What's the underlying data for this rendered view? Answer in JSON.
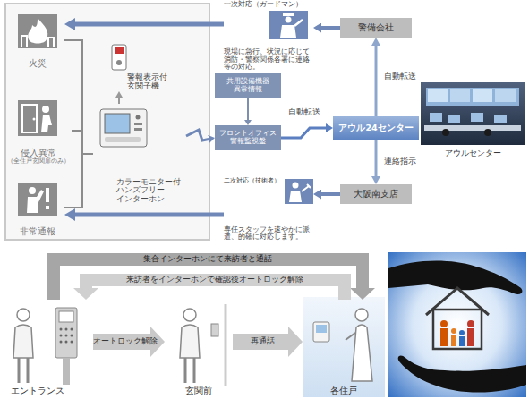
{
  "diagram": {
    "nodes": [
      {
        "text": [
          "火災"
        ]
      },
      {
        "text": [
          "侵入異常",
          "（全住戸玄関扉のみ）"
        ]
      },
      {
        "text": [
          "非常通報"
        ]
      },
      {
        "text": [
          "警報表示付 玄関子機"
        ]
      },
      {
        "text": [
          "カラーモニター付 ハンズフリー インターホン"
        ]
      },
      {
        "text": [
          "共用設備機器 異常情報"
        ]
      },
      {
        "text": [
          "フロントオフィス 警報監視盤"
        ]
      },
      {
        "text": [
          "警備会社"
        ]
      },
      {
        "text": [
          "アウル24センター"
        ]
      },
      {
        "text": [
          "大阪南支店"
        ]
      },
      {
        "text": [
          "一次対応（ガードマン）",
          "現場に急行、状況に応じて消防・警察関係各署に連絡等の対応。"
        ]
      },
      {
        "text": [
          "二次対応（技術者）",
          "専任スタッフを速やかに派遣、的確に対応します。"
        ]
      },
      {
        "text": [
          "エントランス"
        ]
      },
      {
        "text": [
          "玄関前"
        ]
      },
      {
        "text": [
          "各住戸"
        ]
      }
    ],
    "edges": [
      {
        "from": 0,
        "to": 4,
        "arrow": "none"
      },
      {
        "from": 1,
        "to": 4,
        "arrow": "none"
      },
      {
        "from": 2,
        "to": 4,
        "arrow": "none"
      },
      {
        "from": 4,
        "to": 3,
        "arrow": "to"
      },
      {
        "from": 4,
        "to": 6,
        "arrow": "to"
      },
      {
        "from": 5,
        "to": 6,
        "arrow": "to"
      },
      {
        "from": 6,
        "to": 8,
        "label": "自動転送",
        "arrow": "to"
      },
      {
        "from": 8,
        "to": 7,
        "label": "自動転送",
        "arrow": "to"
      },
      {
        "from": 8,
        "to": 9,
        "label": "連絡指示",
        "arrow": "to"
      },
      {
        "from": 7,
        "to": 10,
        "arrow": "to"
      },
      {
        "from": 10,
        "to": 0,
        "arrow": "to"
      },
      {
        "from": 9,
        "to": 11,
        "arrow": "to"
      },
      {
        "from": 11,
        "to": 2,
        "arrow": "to"
      },
      {
        "from": 12,
        "to": 14,
        "label": "集合インターホンにて来訪者と通話",
        "arrow": "to"
      },
      {
        "from": 14,
        "to": 12,
        "label": "来訪者をインターホンで確認後オートロック解除",
        "arrow": "to"
      },
      {
        "from": 12,
        "to": 13,
        "label": "オートロック解除",
        "arrow": "to"
      },
      {
        "from": 13,
        "to": 14,
        "label": "再通話",
        "arrow": "to"
      }
    ],
    "labels": [
      "アウルセンター"
    ]
  }
}
